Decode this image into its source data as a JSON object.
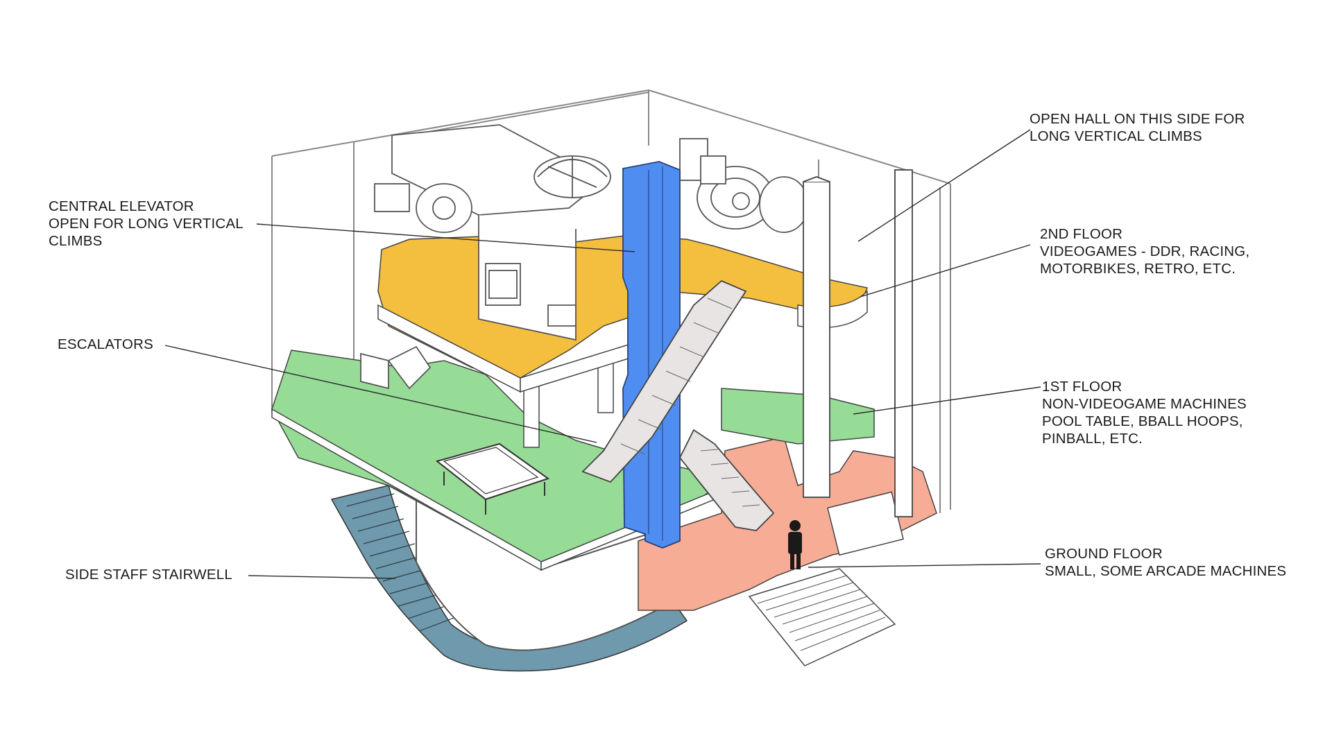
{
  "annotations": {
    "central_elevator": [
      "CENTRAL ELEVATOR",
      "OPEN FOR LONG VERTICAL",
      "CLIMBS"
    ],
    "escalators": [
      "ESCALATORS"
    ],
    "side_staff_stairwell": [
      "SIDE STAFF STAIRWELL"
    ],
    "open_hall": [
      "OPEN HALL ON THIS SIDE FOR",
      "LONG VERTICAL CLIMBS"
    ],
    "second_floor": [
      "2ND FLOOR",
      "VIDEOGAMES - DDR, RACING,",
      "MOTORBIKES, RETRO, ETC."
    ],
    "first_floor": [
      "1ST FLOOR",
      "NON-VIDEOGAME MACHINES",
      "POOL TABLE, BBALL HOOPS,",
      "PINBALL, ETC."
    ],
    "ground_floor": [
      "GROUND FLOOR",
      "SMALL, SOME ARCADE MACHINES"
    ]
  },
  "colors": {
    "second_floor": "#f4bf3f",
    "first_floor": "#96dc96",
    "ground_floor": "#f7ac96",
    "elevator": "#4f8ef0",
    "stairwell": "#6f99ac",
    "escalator": "#e8e4e4",
    "line": "#3a3a3a",
    "sketch": "#7a7a7a"
  }
}
